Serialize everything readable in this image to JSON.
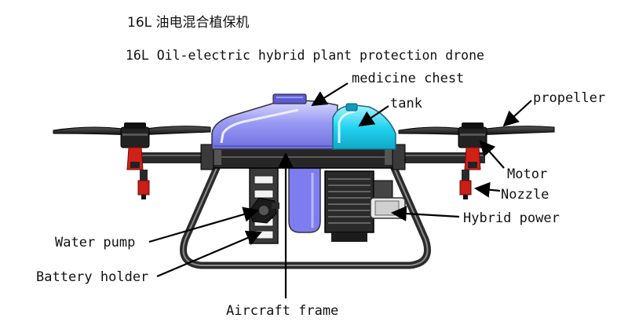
{
  "title": {
    "zh": "16L 油电混合植保机",
    "en": "16L Oil-electric hybrid plant protection drone"
  },
  "labels": {
    "medicine_chest": "medicine chest",
    "tank": "tank",
    "propeller": "propeller",
    "motor": "Motor",
    "nozzle": "Nozzle",
    "hybrid_power": "Hybrid power",
    "water_pump": "Water pump",
    "battery_holder": "Battery holder",
    "aircraft_frame": "Aircraft frame"
  },
  "colors": {
    "chest": "#8f8ff0",
    "tank": "#22d4f0",
    "motor_red": "#d02018",
    "frame": "#2b2b2b"
  }
}
